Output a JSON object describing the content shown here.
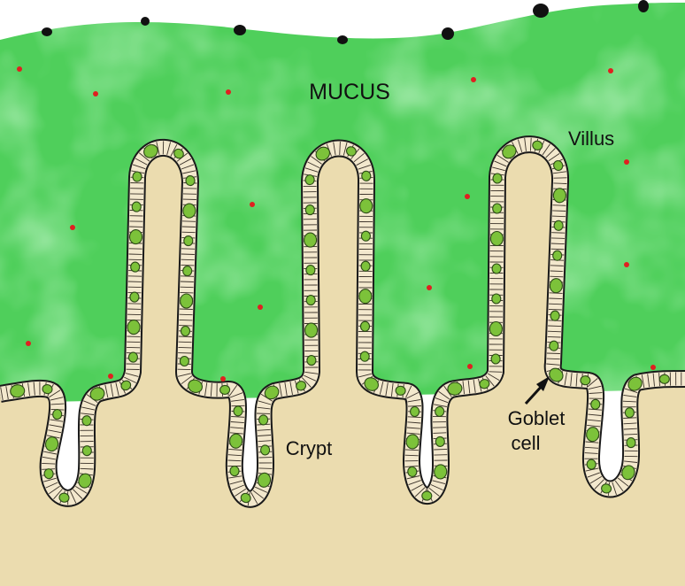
{
  "labels": {
    "mucus": "MUCUS",
    "villus": "Villus",
    "goblet_line1": "Goblet",
    "goblet_line2": "cell",
    "crypt": "Crypt"
  },
  "colors": {
    "mucus": "#4fcf5b",
    "mucus_light": "#8be89a",
    "tissue": "#ebdcaf",
    "cell_wall": "#f3e8cd",
    "goblet": "#7cc23a",
    "bacteria_red": "#e02020",
    "particle_black": "#111111",
    "outline": "#1a1a1a"
  },
  "icons": {
    "goblet_pointer": "arrow-icon"
  }
}
